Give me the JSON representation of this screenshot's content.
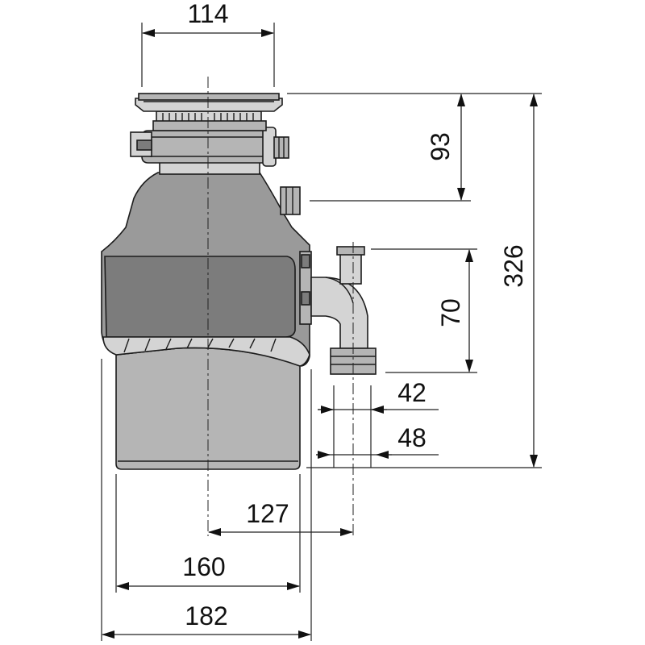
{
  "diagram": {
    "dimensions": {
      "flange_width": "114",
      "inlet_height": "93",
      "total_height": "326",
      "outlet_height": "70",
      "outlet_inner": "42",
      "outlet_outer": "48",
      "outlet_offset": "127",
      "body_width": "160",
      "overall_width": "182"
    }
  }
}
